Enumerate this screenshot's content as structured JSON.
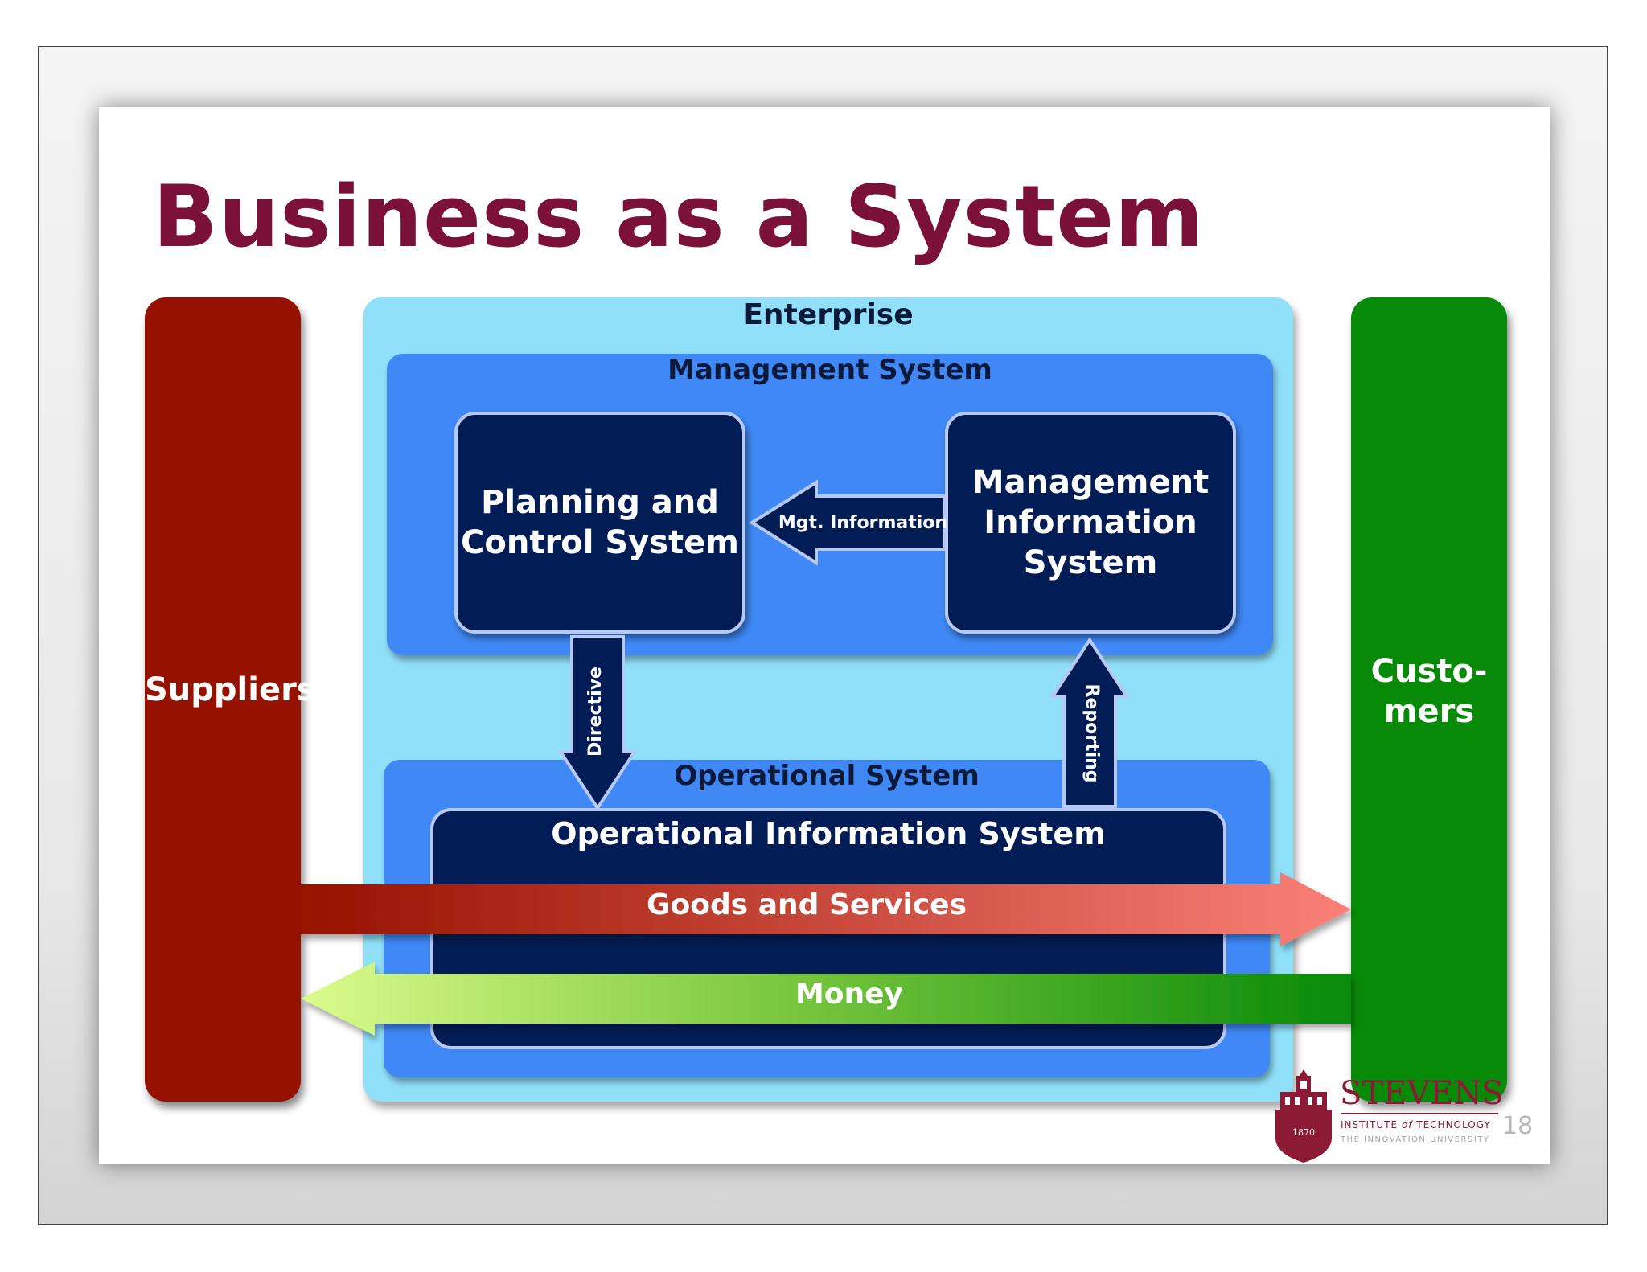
{
  "slide": {
    "title": "Business as a System",
    "page_number": "18"
  },
  "diagram": {
    "suppliers": {
      "line1": "Suppliers"
    },
    "customers": {
      "line1": "Custo-",
      "line2": "mers"
    },
    "enterprise": {
      "label": "Enterprise"
    },
    "management_system": {
      "label": "Management System"
    },
    "planning_control": {
      "line1": "Planning and",
      "line2": "Control System"
    },
    "management_info": {
      "line1": "Management",
      "line2": "Information",
      "line3": "System"
    },
    "operational_system": {
      "label": "Operational System"
    },
    "operational_info_system": {
      "label": "Operational Information System"
    },
    "arrows": {
      "mgt_information": "Mgt. Information",
      "directive": "Directive",
      "reporting": "Reporting",
      "goods_services": "Goods and Services",
      "money": "Money"
    }
  },
  "logo": {
    "name": "STEVENS",
    "subtitle_prefix": "INSTITUTE",
    "subtitle_of": "of",
    "subtitle_suffix": "TECHNOLOGY",
    "tagline": "THE INNOVATION UNIVERSITY",
    "year": "1870"
  },
  "colors": {
    "title": "#7b1139",
    "suppliers": "#961200",
    "customers": "#078a07",
    "enterprise": "#90e0fa",
    "system_blue": "#3f88f5",
    "navy": "#021c55",
    "logo": "#8c1a35"
  }
}
